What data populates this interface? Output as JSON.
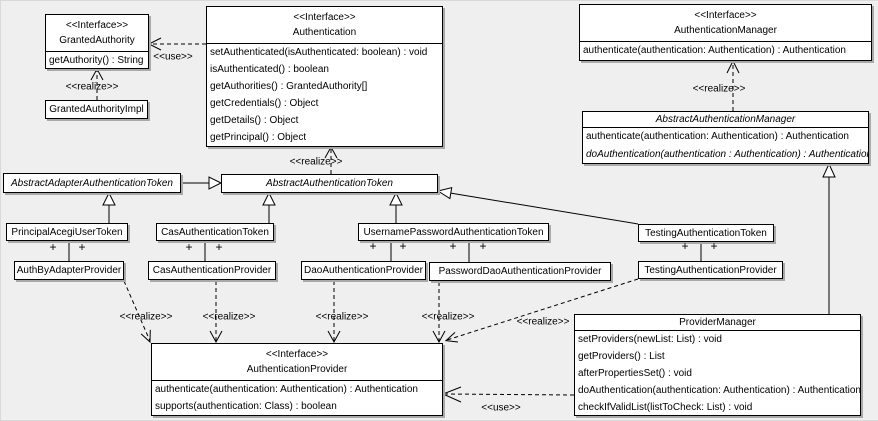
{
  "labels": {
    "use": "<<use>>",
    "realize": "<<realize>>",
    "plus": "+",
    "interface_stereotype": "<<Interface>>"
  },
  "classes": {
    "granted_authority": {
      "stereotype": "<<Interface>>",
      "name": "GrantedAuthority",
      "methods": [
        "getAuthority() : String"
      ]
    },
    "granted_authority_impl": {
      "name": "GrantedAuthorityImpl"
    },
    "authentication": {
      "stereotype": "<<Interface>>",
      "name": "Authentication",
      "methods": [
        "setAuthenticated(isAuthenticated: boolean) : void",
        "isAuthenticated() : boolean",
        "getAuthorities() : GrantedAuthority[]",
        "getCredentials() : Object",
        "getDetails() : Object",
        "getPrincipal() : Object"
      ]
    },
    "authentication_manager": {
      "stereotype": "<<Interface>>",
      "name": "AuthenticationManager",
      "methods": [
        "authenticate(authentication: Authentication) : Authentication"
      ]
    },
    "abstract_authentication_manager": {
      "name": "AbstractAuthenticationManager",
      "methods": [
        "authenticate(authentication: Authentication) : Authentication",
        "doAuthentication(authentication : Authentication) : Authentication"
      ]
    },
    "abstract_adapter_authentication_token": {
      "name": "AbstractAdapterAuthenticationToken"
    },
    "abstract_authentication_token": {
      "name": "AbstractAuthenticationToken"
    },
    "principal_acegi_user_token": {
      "name": "PrincipalAcegiUserToken"
    },
    "cas_authentication_token": {
      "name": "CasAuthenticationToken"
    },
    "username_password_authentication_token": {
      "name": "UsernamePasswordAuthenticationToken"
    },
    "testing_authentication_token": {
      "name": "TestingAuthenticationToken"
    },
    "auth_by_adapter_provider": {
      "name": "AuthByAdapterProvider"
    },
    "cas_authentication_provider": {
      "name": "CasAuthenticationProvider"
    },
    "dao_authentication_provider": {
      "name": "DaoAuthenticationProvider"
    },
    "password_dao_authentication_provider": {
      "name": "PasswordDaoAuthenticationProvider"
    },
    "testing_authentication_provider": {
      "name": "TestingAuthenticationProvider"
    },
    "authentication_provider": {
      "stereotype": "<<Interface>>",
      "name": "AuthenticationProvider",
      "methods": [
        "authenticate(authentication: Authentication) : Authentication",
        "supports(authentication: Class) : boolean"
      ]
    },
    "provider_manager": {
      "name": "ProviderManager",
      "methods": [
        "setProviders(newList: List) : void",
        "getProviders() : List",
        "afterPropertiesSet() : void",
        "doAuthentication(authentication: Authentication) : Authentication",
        "checkIfValidList(listToCheck: List) : void"
      ]
    }
  },
  "edges": [
    {
      "from": "Authentication",
      "to": "GrantedAuthority",
      "type": "dependency",
      "label": "<<use>>"
    },
    {
      "from": "GrantedAuthorityImpl",
      "to": "GrantedAuthority",
      "type": "realization",
      "label": "<<realize>>"
    },
    {
      "from": "AbstractAuthenticationToken",
      "to": "Authentication",
      "type": "realization",
      "label": "<<realize>>"
    },
    {
      "from": "AbstractAuthenticationManager",
      "to": "AuthenticationManager",
      "type": "realization",
      "label": "<<realize>>"
    },
    {
      "from": "AbstractAdapterAuthenticationToken",
      "to": "AbstractAuthenticationToken",
      "type": "generalization"
    },
    {
      "from": "PrincipalAcegiUserToken",
      "to": "AbstractAdapterAuthenticationToken",
      "type": "generalization"
    },
    {
      "from": "CasAuthenticationToken",
      "to": "AbstractAuthenticationToken",
      "type": "generalization"
    },
    {
      "from": "UsernamePasswordAuthenticationToken",
      "to": "AbstractAuthenticationToken",
      "type": "generalization"
    },
    {
      "from": "TestingAuthenticationToken",
      "to": "AbstractAuthenticationToken",
      "type": "generalization"
    },
    {
      "from": "ProviderManager",
      "to": "AbstractAuthenticationManager",
      "type": "generalization"
    },
    {
      "from": "PrincipalAcegiUserToken",
      "to": "AuthByAdapterProvider",
      "type": "association",
      "end_adornment": "+"
    },
    {
      "from": "CasAuthenticationToken",
      "to": "CasAuthenticationProvider",
      "type": "association",
      "end_adornment": "+"
    },
    {
      "from": "UsernamePasswordAuthenticationToken",
      "to": "DaoAuthenticationProvider",
      "type": "association",
      "end_adornment": "+"
    },
    {
      "from": "UsernamePasswordAuthenticationToken",
      "to": "PasswordDaoAuthenticationProvider",
      "type": "association",
      "end_adornment": "+"
    },
    {
      "from": "TestingAuthenticationToken",
      "to": "TestingAuthenticationProvider",
      "type": "association",
      "end_adornment": "+"
    },
    {
      "from": "AuthByAdapterProvider",
      "to": "AuthenticationProvider",
      "type": "realization",
      "label": "<<realize>>"
    },
    {
      "from": "CasAuthenticationProvider",
      "to": "AuthenticationProvider",
      "type": "realization",
      "label": "<<realize>>"
    },
    {
      "from": "DaoAuthenticationProvider",
      "to": "AuthenticationProvider",
      "type": "realization",
      "label": "<<realize>>"
    },
    {
      "from": "PasswordDaoAuthenticationProvider",
      "to": "AuthenticationProvider",
      "type": "realization",
      "label": "<<realize>>"
    },
    {
      "from": "TestingAuthenticationProvider",
      "to": "AuthenticationProvider",
      "type": "realization",
      "label": "<<realize>>"
    },
    {
      "from": "ProviderManager",
      "to": "AuthenticationProvider",
      "type": "dependency",
      "label": "<<use>>"
    }
  ]
}
